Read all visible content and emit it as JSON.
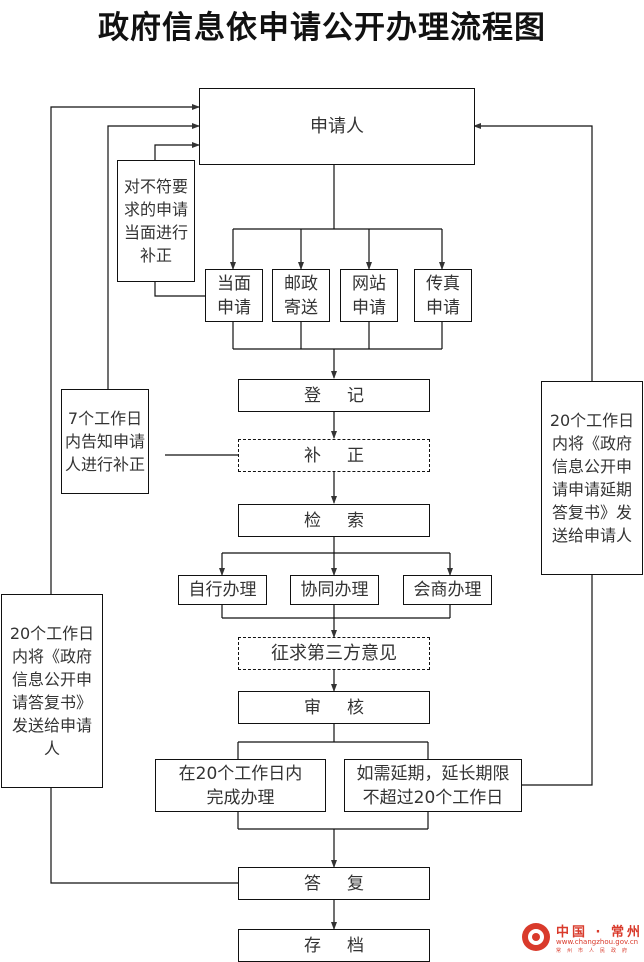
{
  "title": "政府信息依申请公开办理流程图",
  "nodes": {
    "applicant": "申请人",
    "in_person_correction_note": "对不符要求的申请当面进行补正",
    "channels": [
      "当面申请",
      "邮政寄送",
      "网站申请",
      "传真申请"
    ],
    "register": "登记",
    "correction": "补正",
    "correction_notice": "7个工作日内告知申请人进行补正",
    "search": "检索",
    "handling": [
      "自行办理",
      "协同办理",
      "会商办理"
    ],
    "third_party": "征求第三方意见",
    "review": "审核",
    "complete_in_time": "在20个工作日内完成办理",
    "extension": "如需延期，延长期限不超过20个工作日",
    "extension_notice": "20个工作日内将《政府信息公开申请申请延期答复书》发送给申请人",
    "reply_notice": "20个工作日内将《政府信息公开申请答复书》发送给申请人",
    "reply": "答复",
    "archive": "存档"
  },
  "logo": {
    "name": "中国 · 常州",
    "url": "www.changzhou.gov.cn",
    "org": "常州市人民政府"
  }
}
